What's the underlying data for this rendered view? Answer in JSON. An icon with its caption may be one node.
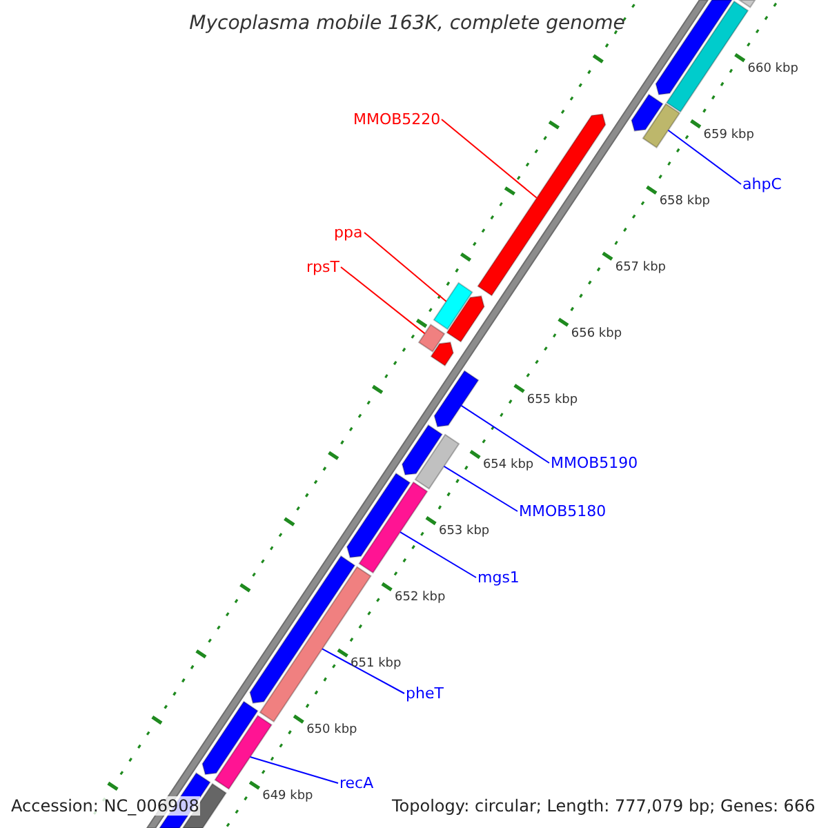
{
  "diagram": {
    "title": "Mycoplasma mobile 163K, complete genome",
    "nodes": [
      {
        "text": [
          "MMOB5220"
        ]
      },
      {
        "text": [
          "ahpC"
        ]
      },
      {
        "text": [
          "ppa"
        ]
      },
      {
        "text": [
          "rpsT"
        ]
      },
      {
        "text": [
          "MMOB5190"
        ]
      },
      {
        "text": [
          "MMOB5180"
        ]
      },
      {
        "text": [
          "mgs1"
        ]
      },
      {
        "text": [
          "pheT"
        ]
      },
      {
        "text": [
          "recA"
        ]
      },
      {
        "text": [],
        "shape": "bar"
      },
      {
        "text": [],
        "shape": "arrow"
      },
      {
        "text": [],
        "shape": "bar"
      },
      {
        "text": [],
        "shape": "arrow"
      },
      {
        "text": [],
        "shape": "bar"
      },
      {
        "text": [],
        "shape": "arrow"
      },
      {
        "text": [],
        "shape": "bar"
      },
      {
        "text": [],
        "shape": "arrow"
      },
      {
        "text": [],
        "shape": "bar"
      },
      {
        "text": [],
        "shape": "arrow"
      },
      {
        "text": [],
        "shape": "arrow"
      },
      {
        "text": [],
        "shape": "arrow"
      },
      {
        "text": [],
        "shape": "bar"
      },
      {
        "text": [],
        "shape": "arrow"
      },
      {
        "text": [],
        "shape": "bar"
      },
      {
        "text": [],
        "shape": "arrow"
      },
      {
        "text": [],
        "shape": "bar"
      },
      {
        "text": [],
        "shape": "arrow"
      },
      {
        "text": [],
        "shape": "bar"
      },
      {
        "text": [],
        "shape": "arrow"
      },
      {
        "text": [],
        "shape": "bar"
      }
    ],
    "edges": [
      {
        "from": 0,
        "to": 14,
        "arrow": "none",
        "color": "#ff0000"
      },
      {
        "from": 1,
        "to": 13,
        "arrow": "none"
      },
      {
        "from": 2,
        "to": 15,
        "arrow": "none",
        "color": "#ff0000"
      },
      {
        "from": 3,
        "to": 17,
        "arrow": "none",
        "color": "#ff0000"
      },
      {
        "from": 4,
        "to": 19,
        "arrow": "none"
      },
      {
        "from": 5,
        "to": 21,
        "arrow": "none"
      },
      {
        "from": 6,
        "to": 23,
        "arrow": "none"
      },
      {
        "from": 7,
        "to": 25,
        "arrow": "none"
      },
      {
        "from": 8,
        "to": 27,
        "arrow": "none"
      }
    ],
    "labels": [
      "660 kbp",
      "659 kbp",
      "658 kbp",
      "657 kbp",
      "656 kbp",
      "655 kbp",
      "654 kbp",
      "653 kbp",
      "652 kbp",
      "651 kbp",
      "650 kbp",
      "649 kbp",
      "Accession: NC_006908",
      "Topology: circular; Length: 777,079 bp; Genes: 666"
    ]
  }
}
